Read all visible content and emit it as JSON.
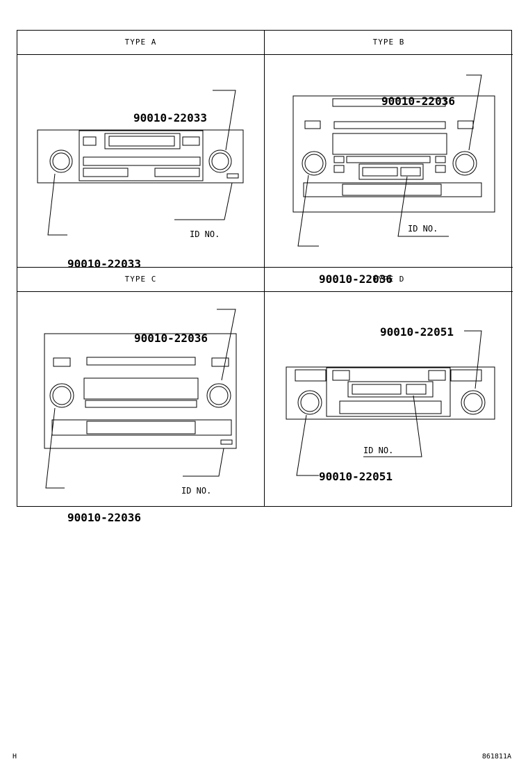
{
  "panels": [
    {
      "header": "TYPE  A",
      "part_top": "90010-22033",
      "part_bottom": "90010-22033",
      "id_label": "ID NO."
    },
    {
      "header": "TYPE  B",
      "part_top": "90010-22036",
      "part_bottom": "90010-22036",
      "id_label": "ID NO."
    },
    {
      "header": "TYPE  C",
      "part_top": "90010-22036",
      "part_bottom": "90010-22036",
      "id_label": "ID NO."
    },
    {
      "header": "TYPE  D",
      "part_top": "90010-22051",
      "part_bottom": "90010-22051",
      "id_label": "ID NO."
    }
  ],
  "footer": {
    "left": "H",
    "right": "861811A"
  }
}
